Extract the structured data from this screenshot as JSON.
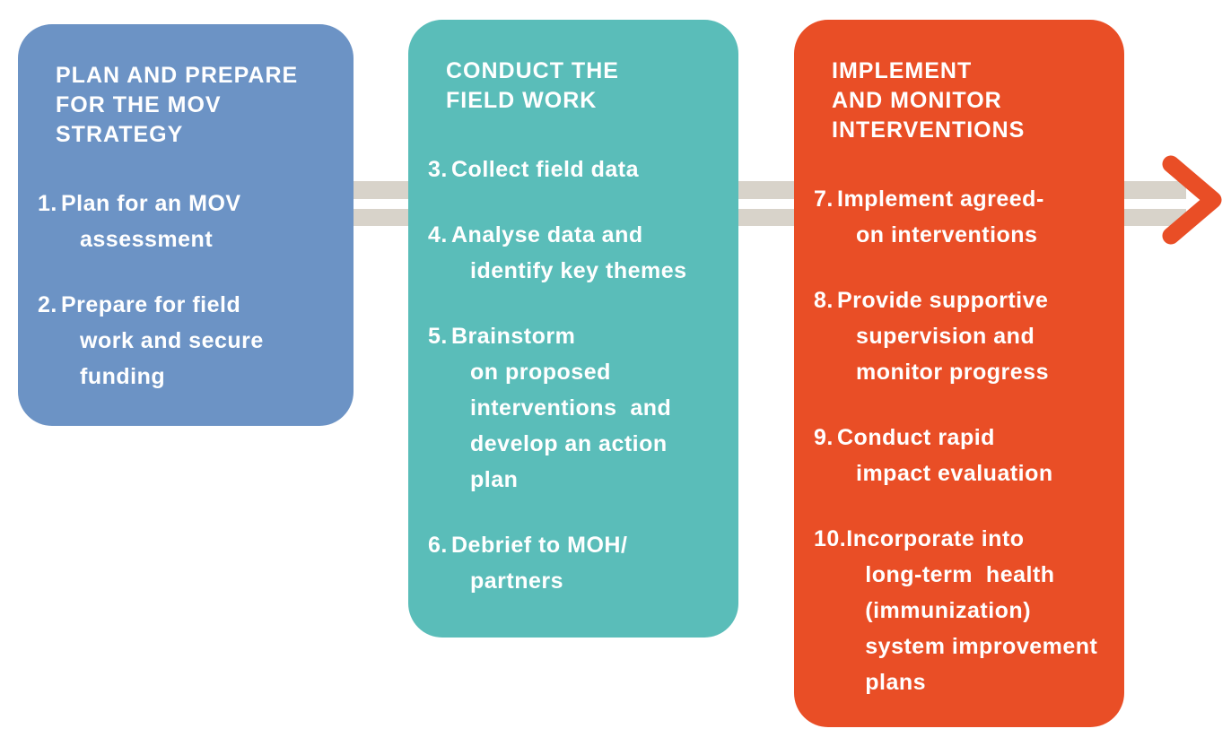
{
  "diagram": {
    "colors": {
      "box_plan": "#6C93C5",
      "box_field": "#5ABDB9",
      "box_implement": "#E94E26",
      "connector": "#D8D3CA",
      "arrow": "#E94E26",
      "text": "#FFFFFF",
      "background": "#FFFFFF"
    },
    "arrow_name": "next-step-arrow",
    "boxes": [
      {
        "id": "plan-prepare",
        "color_key": "box_plan",
        "title_lines": [
          "PLAN AND PREPARE",
          "FOR THE MOV",
          "STRATEGY"
        ],
        "items": [
          {
            "num": "1.",
            "lines": [
              "Plan for an MOV",
              "assessment"
            ]
          },
          {
            "num": "2.",
            "lines": [
              "Prepare for field",
              "work and secure",
              "funding"
            ]
          }
        ]
      },
      {
        "id": "conduct-field-work",
        "color_key": "box_field",
        "title_lines": [
          "CONDUCT THE",
          "FIELD WORK"
        ],
        "items": [
          {
            "num": "3.",
            "lines": [
              "Collect field data"
            ]
          },
          {
            "num": "4.",
            "lines": [
              "Analyse data and",
              "identify key themes"
            ]
          },
          {
            "num": "5.",
            "lines": [
              "Brainstorm",
              "on proposed",
              "interventions  and",
              "develop an action",
              "plan"
            ]
          },
          {
            "num": "6.",
            "lines": [
              "Debrief to MOH/",
              "partners"
            ]
          }
        ]
      },
      {
        "id": "implement-monitor",
        "color_key": "box_implement",
        "title_lines": [
          "IMPLEMENT",
          "AND MONITOR",
          "INTERVENTIONS"
        ],
        "items": [
          {
            "num": "7.",
            "lines": [
              "Implement agreed-",
              "on interventions"
            ]
          },
          {
            "num": "8.",
            "lines": [
              "Provide supportive",
              "supervision and",
              "monitor progress"
            ]
          },
          {
            "num": "9.",
            "lines": [
              "Conduct rapid",
              "impact evaluation"
            ]
          },
          {
            "num": "10.",
            "lines": [
              "Incorporate into",
              "long-term  health",
              "(immunization)",
              "system improvement",
              "plans"
            ]
          }
        ]
      }
    ]
  }
}
